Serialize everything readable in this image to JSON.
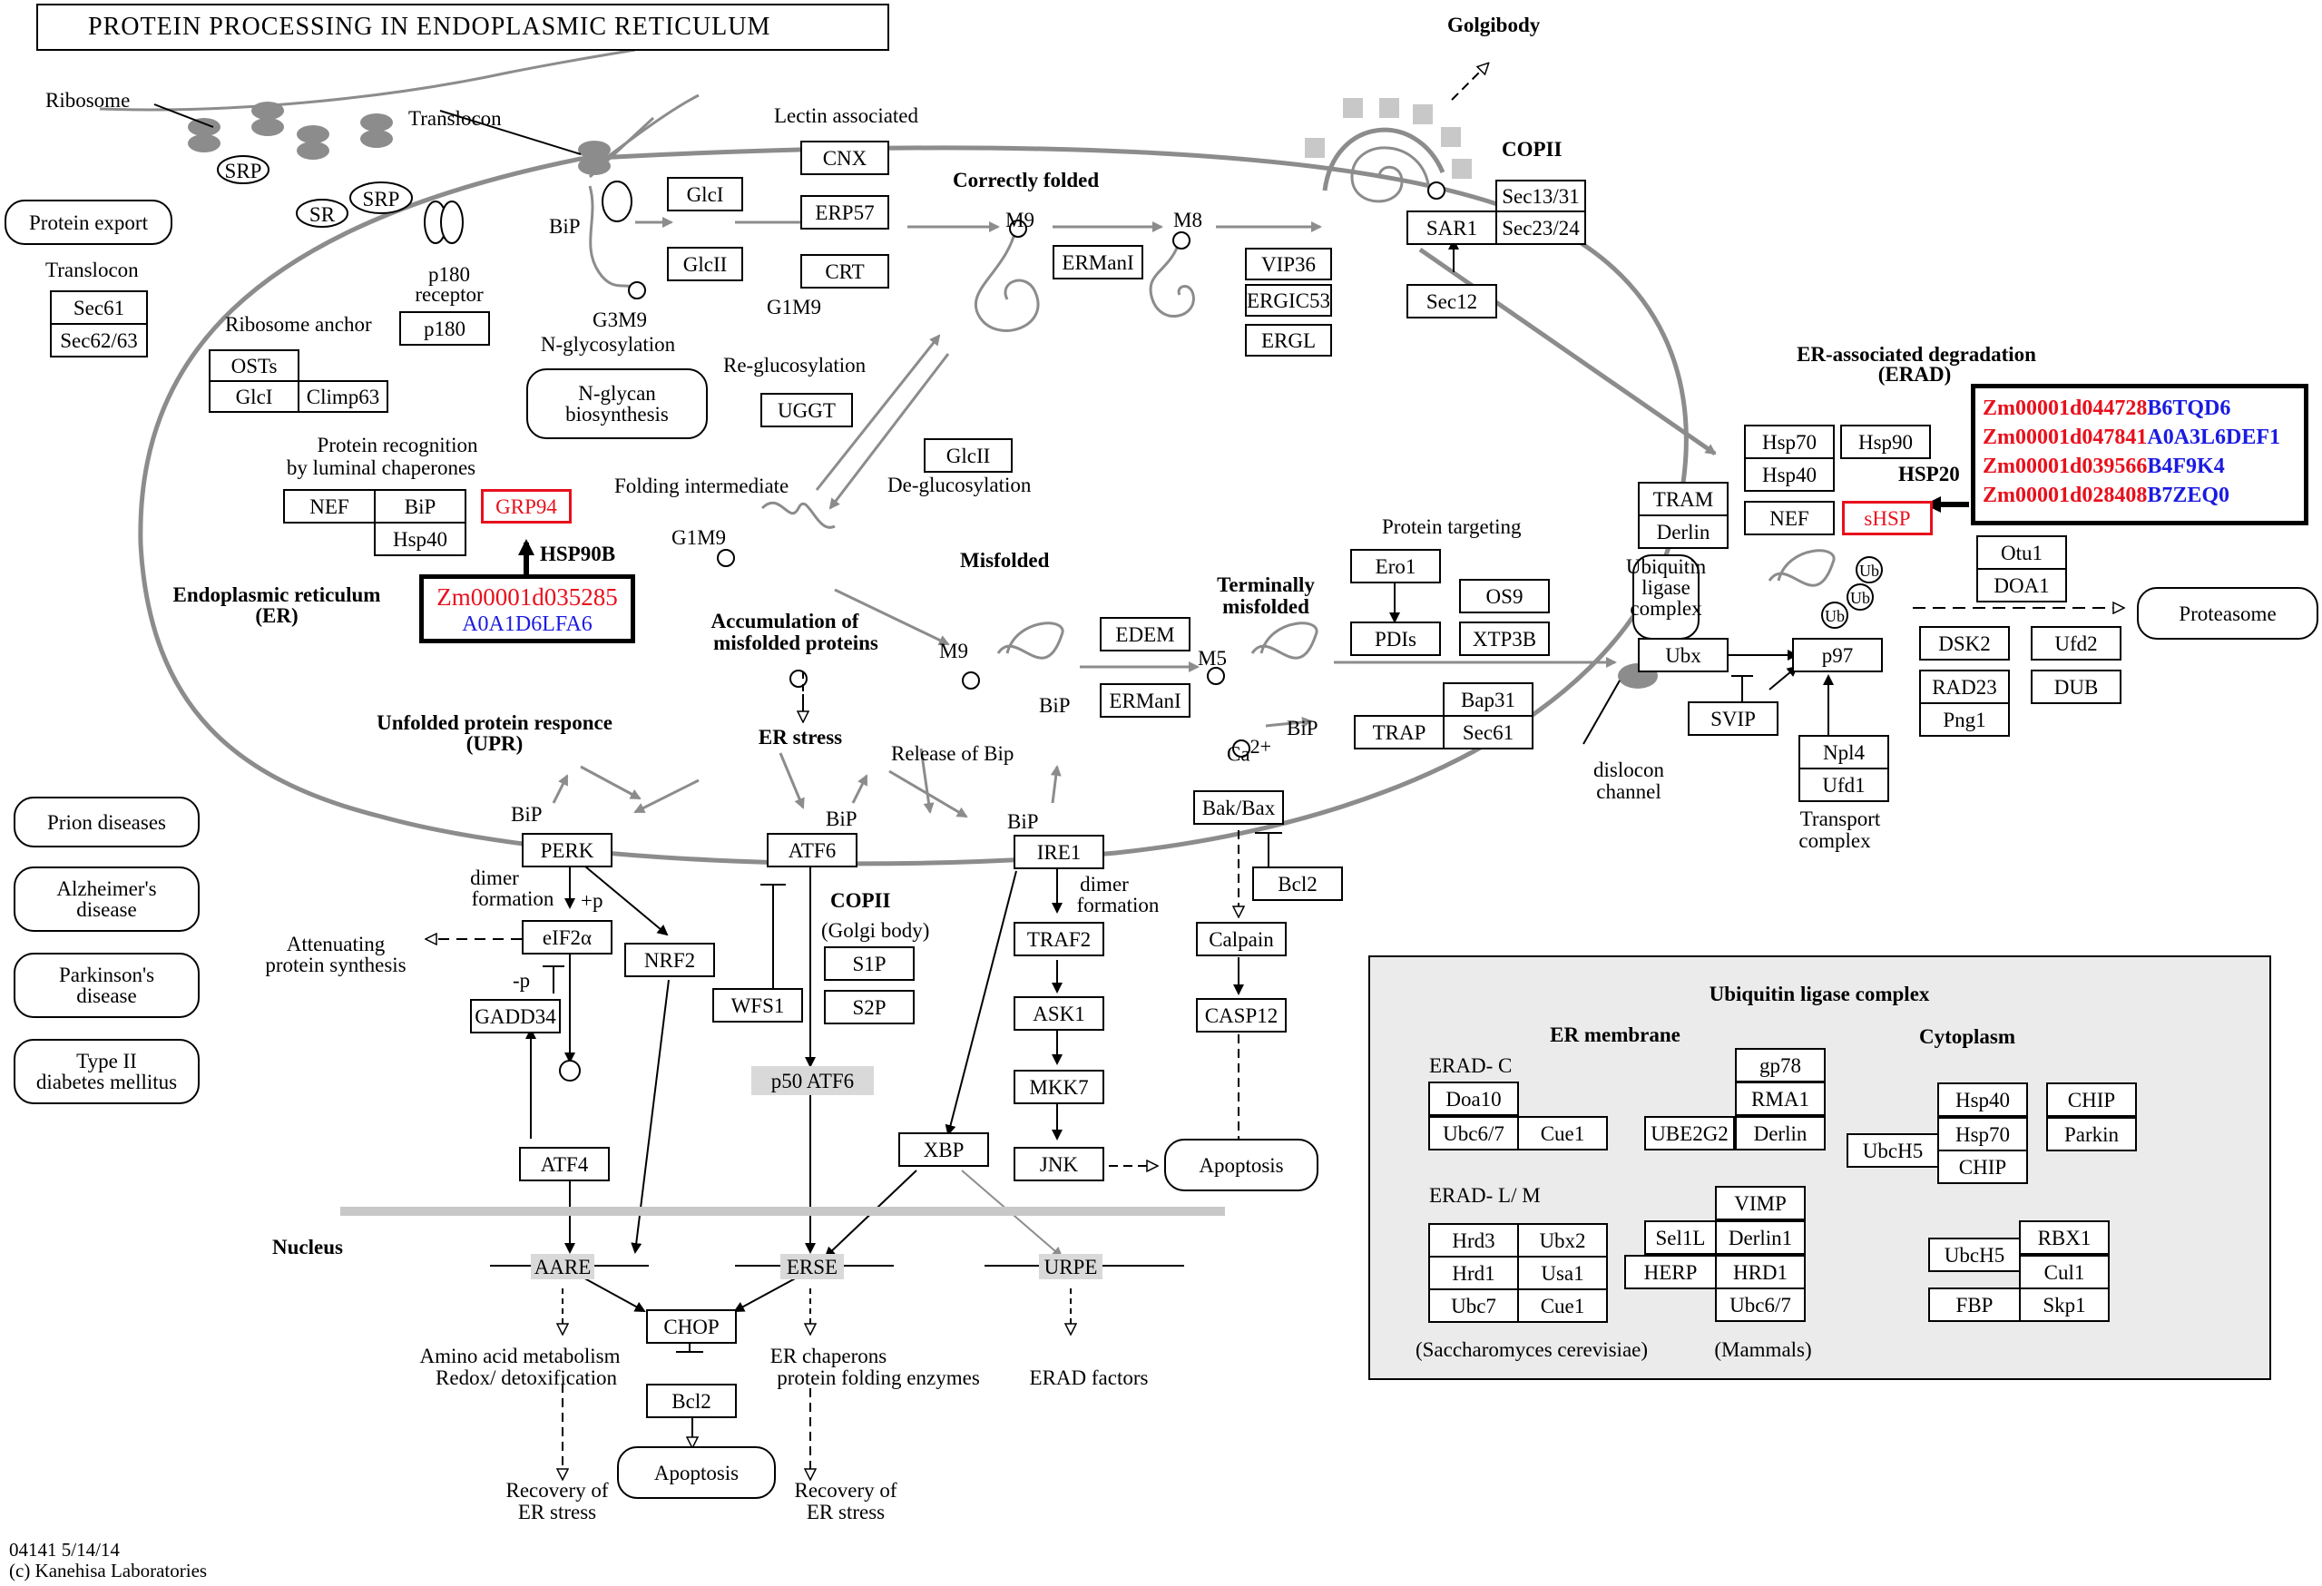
{
  "title": "PROTEIN PROCESSING IN ENDOPLASMIC RETICULUM",
  "footer": {
    "map_id": "04141 5/14/14",
    "copyright": "(c) Kanehisa Laboratories"
  },
  "labels": {
    "ribosome": "Ribosome",
    "translocon": "Translocon",
    "srp": "SRP",
    "sr": "SR",
    "srp2": "SRP",
    "p180_receptor_1": "p180",
    "p180_receptor_2": "receptor",
    "ribosome_anchor": "Ribosome anchor",
    "translocon2": "Translocon",
    "bip_top": "BiP",
    "g3m9": "G3M9",
    "n_glycosylation": "N-glycosylation",
    "lectin_associated": "Lectin associated",
    "correctly_folded": "Correctly folded",
    "m9_top": "M9",
    "m8": "M8",
    "g1m9_top": "G1M9",
    "re_glucosylation": "Re-glucosylation",
    "golgibody": "Golgibody",
    "copii_top": "COPII",
    "protein_recognition_1": "Protein recognition",
    "protein_recognition_2": "by luminal chaperones",
    "folding_intermediate": "Folding intermediate",
    "de_glucosylation": "De-glucosylation",
    "g1m9_mid": "G1M9",
    "misfolded": "Misfolded",
    "hsp90b": "HSP90B",
    "er_label_1": "Endoplasmic reticulum",
    "er_label_2": "(ER)",
    "accumulation_1": "Accumulation of",
    "accumulation_2": "misfolded proteins",
    "m9_mid": "M9",
    "bip_mid": "BiP",
    "m5": "M5",
    "terminally_1": "Terminally",
    "terminally_2": "misfolded",
    "protein_targeting": "Protein targeting",
    "bip_m5": "BiP",
    "ca2": "Ca",
    "ca2_sup": "2+",
    "er_stress": "ER stress",
    "release_of_bip": "Release of Bip",
    "upr_1": "Unfolded protein responce",
    "upr_2": "(UPR)",
    "bip_perk": "BiP",
    "bip_atf6": "BiP",
    "bip_ire1": "BiP",
    "dimer_formation_1": "dimer",
    "dimer_formation_2": "formation",
    "plus_p": "+p",
    "minus_p": "-p",
    "attenuating_1": "Attenuating",
    "attenuating_2": "protein synthesis",
    "copii_mid": "COPII",
    "golgi_body_mid": "(Golgi body)",
    "dimer_formation_ire_1": "dimer",
    "dimer_formation_ire_2": "formation",
    "nucleus": "Nucleus",
    "amino_acid_1": "Amino acid  metabolism",
    "amino_acid_2": "Redox/ detoxification",
    "er_chaperons_1": "ER chaperons",
    "er_chaperons_2": "protein folding enzymes",
    "erad_factors": "ERAD factors",
    "recovery_1a": "Recovery of",
    "recovery_1b": "ER stress",
    "recovery_2a": "Recovery of",
    "recovery_2b": "ER stress",
    "erad_title_1": "ER-associated degradation",
    "erad_title_2": "(ERAD)",
    "hsp20": "HSP20",
    "ubiquitin_ligase_complex_1": "Ubiquitin",
    "ubiquitin_ligase_complex_2": "ligase",
    "ubiquitin_ligase_complex_3": "complex",
    "dislocon_1": "dislocon",
    "dislocon_2": "channel",
    "transport_1": "Transport",
    "transport_2": "complex",
    "ub1": "Ub",
    "ub2": "Ub",
    "ub3": "Ub",
    "ulc_title": "Ubiquitin ligase complex",
    "er_membrane": "ER membrane",
    "cytoplasm": "Cytoplasm",
    "erad_c": "ERAD- C",
    "erad_lm": "ERAD- L/ M",
    "saccharomyces": "(Saccharomyces cerevisiae)",
    "mammals": "(Mammals)"
  },
  "boxes": {
    "protein_export": "Protein export",
    "sec61": "Sec61",
    "sec62_63": "Sec62/63",
    "p180": "p180",
    "osts": "OSTs",
    "glci_a": "GlcI",
    "climp63": "Climp63",
    "n_glycan_1": "N-glycan",
    "n_glycan_2": "biosynthesis",
    "glci_b": "GlcI",
    "glcii_a": "GlcII",
    "cnx": "CNX",
    "erp57": "ERP57",
    "crt": "CRT",
    "ugg": "UGGT",
    "ermani_top": "ERManI",
    "vip36": "VIP36",
    "ergic53": "ERGIC53",
    "ergl": "ERGL",
    "sar1": "SAR1",
    "sec13_31": "Sec13/31",
    "sec23_24": "Sec23/24",
    "sec12": "Sec12",
    "nef_left": "NEF",
    "bip_box": "BiP",
    "hsp40_left": "Hsp40",
    "grp94": "GRP94",
    "glcii_b": "GlcII",
    "edem": "EDEM",
    "ermani_mid": "ERManI",
    "ero1": "Ero1",
    "pdis": "PDIs",
    "os9": "OS9",
    "xtp3b": "XTP3B",
    "bap31": "Bap31",
    "trap": "TRAP",
    "sec61_b": "Sec61",
    "hsp70_r": "Hsp70",
    "hsp90_r": "Hsp90",
    "hsp40_r": "Hsp40",
    "tram": "TRAM",
    "derlin": "Derlin",
    "nef_right": "NEF",
    "shsp": "sHSP",
    "ubx": "Ubx",
    "p97": "p97",
    "svip": "SVIP",
    "npl4": "Npl4",
    "ufd1": "Ufd1",
    "otu1": "Otu1",
    "doa1": "DOA1",
    "proteasome": "Proteasome",
    "dsk2": "DSK2",
    "ufd2": "Ufd2",
    "rad23": "RAD23",
    "dub": "DUB",
    "png1": "Png1",
    "prion": "Prion diseases",
    "alzheimer_1": "Alzheimer's",
    "alzheimer_2": "disease",
    "parkinson_1": "Parkinson's",
    "parkinson_2": "disease",
    "diabetes_1": "Type II",
    "diabetes_2": "diabetes mellitus",
    "perk": "PERK",
    "atf6": "ATF6",
    "ire1": "IRE1",
    "bak_bax": "Bak/Bax",
    "bcl2_top": "Bcl2",
    "eif2a": "eIF2α",
    "nrf2": "NRF2",
    "gadd34": "GADD34",
    "atf4": "ATF4",
    "wfs1": "WFS1",
    "s1p": "S1P",
    "s2p": "S2P",
    "p50_atf6": "p50 ATF6",
    "traf2": "TRAF2",
    "ask1": "ASK1",
    "mkk7": "MKK7",
    "jnk": "JNK",
    "xbp": "XBP",
    "calpain": "Calpain",
    "casp12": "CASP12",
    "apoptosis_right": "Apoptosis",
    "aare": "AARE",
    "erse": "ERSE",
    "urpe": "URPE",
    "chop": "CHOP",
    "bcl2_bottom": "Bcl2",
    "apoptosis_bottom": "Apoptosis",
    "doa10": "Doa10",
    "ubc6_7_a": "Ubc6/7",
    "cue1_a": "Cue1",
    "gp78": "gp78",
    "rma1": "RMA1",
    "ube2g2": "UBE2G2",
    "derlin_b": "Derlin",
    "hrd3": "Hrd3",
    "ubx2": "Ubx2",
    "hrd1": "Hrd1",
    "usa1": "Usa1",
    "ubc7": "Ubc7",
    "cue1_b": "Cue1",
    "vimp": "VIMP",
    "sel1l": "Sel1L",
    "derlin1": "Derlin1",
    "herp": "HERP",
    "hrd1_m": "HRD1",
    "ubc6_7_b": "Ubc6/7",
    "hsp40_c": "Hsp40",
    "hsp70_c": "Hsp70",
    "ubch5_a": "UbcH5",
    "chip_a": "CHIP",
    "chip_b": "CHIP",
    "parkin": "Parkin",
    "rbx1": "RBX1",
    "ubch5_b": "UbcH5",
    "cul1": "Cul1",
    "fbp": "FBP",
    "skp1": "Skp1"
  },
  "highlights": {
    "hsp90b_gene": "Zm00001d035285",
    "hsp90b_uniprot": "A0A1D6LFA6",
    "hsp20": [
      {
        "gene": "Zm00001d044728",
        "uniprot": "B6TQD6"
      },
      {
        "gene": "Zm00001d047841",
        "uniprot": "A0A3L6DEF1"
      },
      {
        "gene": "Zm00001d039566",
        "uniprot": "B4F9K4"
      },
      {
        "gene": "Zm00001d028408",
        "uniprot": "B7ZEQ0"
      }
    ]
  },
  "colors": {
    "highlight_gene": "#e8101c",
    "highlight_uniprot": "#1a1ae0",
    "pathway_gray": "#8c8c8c",
    "panel_gray": "#ebebeb"
  }
}
